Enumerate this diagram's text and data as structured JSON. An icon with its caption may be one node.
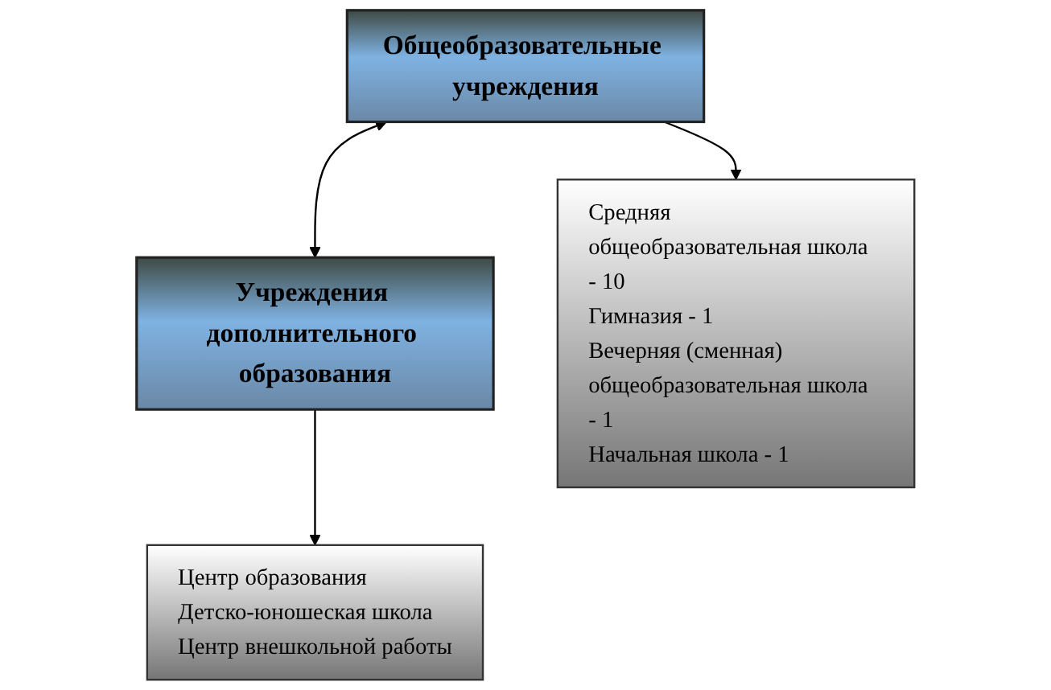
{
  "diagram": {
    "nodes": [
      {
        "text": [
          "Общеобразовательные учреждения"
        ]
      },
      {
        "text": [
          "Учреждения дополнительного образования"
        ]
      },
      {
        "text": [
          "Средняя общеобразовательная школа - 10",
          "Гимназия - 1",
          "Вечерняя (сменная) общеобразовательная школа - 1",
          "Начальная школа - 1"
        ]
      },
      {
        "text": [
          "Центр образования",
          "Детско-юношеская школа",
          "Центр внешкольной работы"
        ]
      }
    ],
    "edges": [
      {
        "from": 0,
        "to": 1,
        "arrow": "both"
      },
      {
        "from": 0,
        "to": 2,
        "arrow": "to"
      },
      {
        "from": 1,
        "to": 3,
        "arrow": "to"
      }
    ]
  }
}
